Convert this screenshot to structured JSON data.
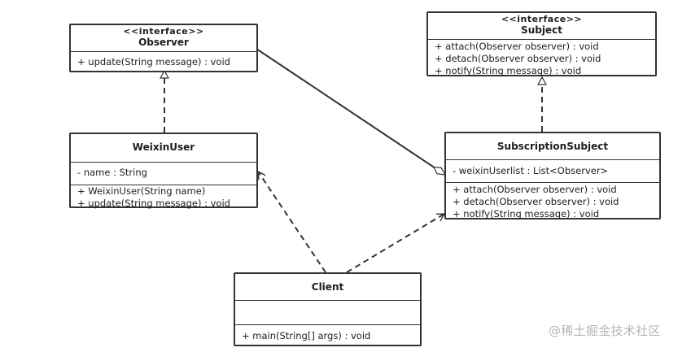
{
  "classes": {
    "observer": {
      "stereotype": "<<interface>>",
      "name": "Observer",
      "methods": [
        "+ update(String message) : void"
      ]
    },
    "subject": {
      "stereotype": "<<interface>>",
      "name": "Subject",
      "methods": [
        "+ attach(Observer observer) : void",
        "+ detach(Observer observer) : void",
        "+ notify(String message) : void"
      ]
    },
    "weixin_user": {
      "name": "WeixinUser",
      "attributes": [
        "- name : String"
      ],
      "methods": [
        "+ WeixinUser(String name)",
        "+ update(String message) : void"
      ]
    },
    "subscription_subject": {
      "name": "SubscriptionSubject",
      "attributes": [
        "- weixinUserlist : List<Observer>"
      ],
      "methods": [
        "+ attach(Observer observer) : void",
        "+ detach(Observer observer) : void",
        "+ notify(String message) : void"
      ]
    },
    "client": {
      "name": "Client",
      "attributes": [],
      "methods": [
        "+ main(String[] args) : void"
      ]
    }
  },
  "relations": [
    {
      "type": "realization",
      "from": "WeixinUser",
      "to": "Observer"
    },
    {
      "type": "realization",
      "from": "SubscriptionSubject",
      "to": "Subject"
    },
    {
      "type": "aggregation",
      "from": "SubscriptionSubject",
      "to": "Observer"
    },
    {
      "type": "dependency",
      "from": "Client",
      "to": "WeixinUser"
    },
    {
      "type": "dependency",
      "from": "Client",
      "to": "SubscriptionSubject"
    }
  ],
  "watermark": "@稀土掘金技术社区",
  "colors": {
    "line": "#333333",
    "text": "#1e1e1e",
    "watermark": "#b5b5b5",
    "background": "#ffffff"
  }
}
